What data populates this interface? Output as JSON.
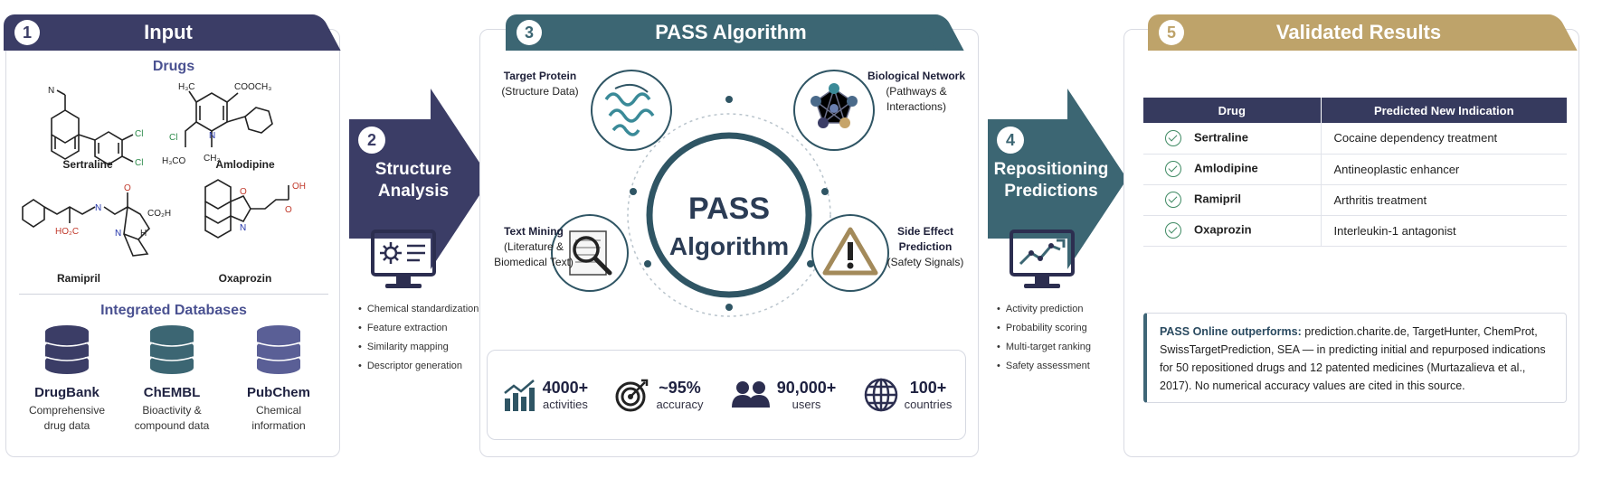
{
  "colors": {
    "input": "#3b3d66",
    "pass": "#3c6673",
    "results": "#bea36a",
    "arrow_structure": "#3b3d66",
    "arrow_reposition": "#3c6673"
  },
  "input": {
    "num": "1",
    "title": "Input",
    "drugs_title": "Drugs",
    "drugs": [
      "Sertraline",
      "Amlodipine",
      "Ramipril",
      "Oxaprozin"
    ],
    "databases_title": "Integrated Databases",
    "databases": [
      {
        "name": "DrugBank",
        "desc1": "Comprehensive",
        "desc2": "drug data",
        "icon": "database-icon"
      },
      {
        "name": "ChEMBL",
        "desc1": "Bioactivity &",
        "desc2": "compound data",
        "icon": "database-icon"
      },
      {
        "name": "PubChem",
        "desc1": "Chemical",
        "desc2": "information",
        "icon": "database-icon"
      }
    ]
  },
  "structure": {
    "num": "2",
    "line1": "Structure",
    "line2": "Analysis",
    "bullets": [
      "Chemical standardization",
      "Feature extraction",
      "Similarity mapping",
      "Descriptor generation"
    ]
  },
  "pass": {
    "num": "3",
    "title": "PASS Algorithm",
    "center1": "PASS",
    "center2": "Algorithm",
    "nodes": {
      "target": {
        "title": "Target Protein",
        "line1": "(Structure Data)"
      },
      "network": {
        "title": "Biological Network",
        "line1": "(Pathways &",
        "line2": "Interactions)"
      },
      "text": {
        "title": "Text Mining",
        "line1": "(Literature &",
        "line2": "Biomedical Text)"
      },
      "side": {
        "title": "Side Effect",
        "title2": "Prediction",
        "line1": "(Safety Signals)"
      }
    },
    "stats": [
      {
        "value": "4000+",
        "label": "activities",
        "icon": "bar-chart-icon"
      },
      {
        "value": "~95%",
        "label": "accuracy",
        "icon": "target-icon"
      },
      {
        "value": "90,000+",
        "label": "users",
        "icon": "users-icon"
      },
      {
        "value": "100+",
        "label": "countries",
        "icon": "globe-icon"
      }
    ]
  },
  "reposition": {
    "num": "4",
    "line1": "Repositioning",
    "line2": "Predictions",
    "bullets": [
      "Activity prediction",
      "Probability scoring",
      "Multi-target ranking",
      "Safety assessment"
    ]
  },
  "results": {
    "num": "5",
    "title": "Validated Results",
    "headers": [
      "Drug",
      "Predicted New Indication"
    ],
    "rows": [
      {
        "drug": "Sertraline",
        "indication": "Cocaine dependency treatment"
      },
      {
        "drug": "Amlodipine",
        "indication": "Antineoplastic enhancer"
      },
      {
        "drug": "Ramipril",
        "indication": "Arthritis treatment"
      },
      {
        "drug": "Oxaprozin",
        "indication": "Interleukin-1 antagonist"
      }
    ],
    "note_bold": "PASS Online outperforms:",
    "note_text": " prediction.charite.de, TargetHunter, ChemProt, SwissTargetPrediction, SEA — in predicting initial and repurposed indications for 50 repositioned drugs and 12 patented medicines (Murtazalieva et al., 2017). No numerical accuracy values are cited in this source."
  }
}
